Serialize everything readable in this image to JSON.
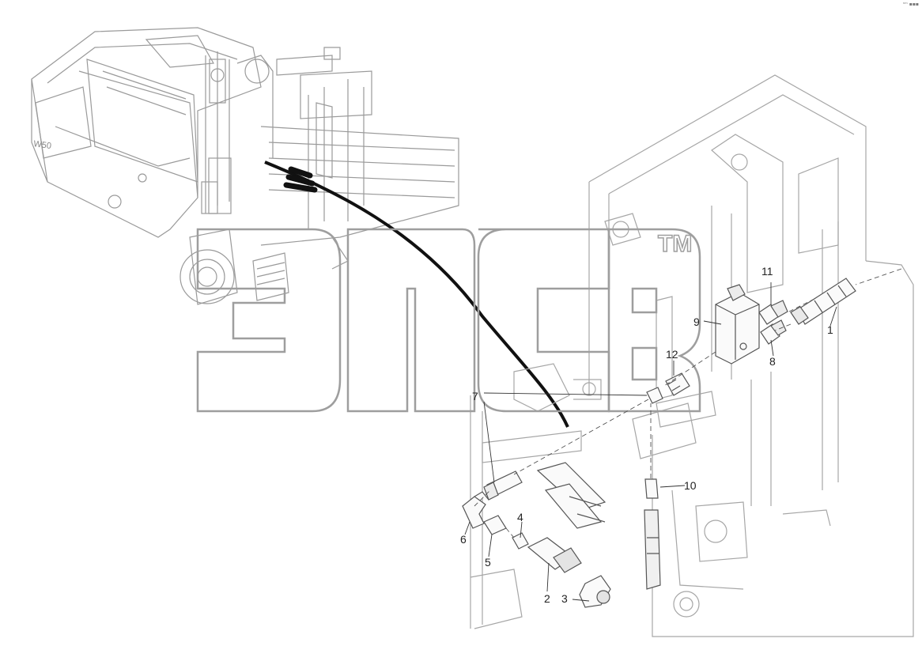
{
  "diagram": {
    "callouts": [
      {
        "id": "1",
        "label": "1"
      },
      {
        "id": "2",
        "label": "2"
      },
      {
        "id": "3",
        "label": "3"
      },
      {
        "id": "4",
        "label": "4"
      },
      {
        "id": "5",
        "label": "5"
      },
      {
        "id": "6",
        "label": "6"
      },
      {
        "id": "7",
        "label": "7"
      },
      {
        "id": "8",
        "label": "8"
      },
      {
        "id": "9",
        "label": "9"
      },
      {
        "id": "10",
        "label": "10"
      },
      {
        "id": "11",
        "label": "11"
      },
      {
        "id": "12",
        "label": "12"
      }
    ],
    "machine_badge": "W50",
    "corner_mark": "ⁿᵐ ▪▪▪",
    "watermark": {
      "text": "эпсв",
      "tm": "TM"
    }
  }
}
